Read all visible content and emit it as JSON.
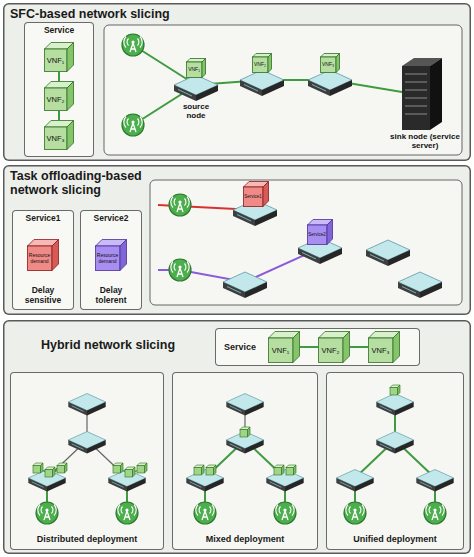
{
  "diagram": {
    "nodes": [
      {
        "text": [
          "SFC-based network slicing"
        ]
      },
      {
        "text": [
          "Service"
        ],
        "in": 0
      },
      {
        "text": [
          "VNF₁"
        ],
        "in": 1
      },
      {
        "text": [
          "VNF₂"
        ],
        "in": 1
      },
      {
        "text": [
          "VNF₃"
        ],
        "in": 1
      },
      {
        "text": [
          "VNF₁"
        ],
        "in": 0
      },
      {
        "text": [
          "VNF₂"
        ],
        "in": 0
      },
      {
        "text": [
          "VNF₃"
        ],
        "in": 0
      },
      {
        "text": [
          "Task offloading-based network slicing"
        ]
      },
      {
        "text": [
          "Service1",
          "Delay sensitive"
        ],
        "in": 8
      },
      {
        "text": [
          "Resource demand"
        ],
        "in": 9
      },
      {
        "text": [
          "Service2",
          "Delay tolerent"
        ],
        "in": 8
      },
      {
        "text": [
          "Resource demand"
        ],
        "in": 11
      },
      {
        "text": [
          "Service1"
        ],
        "in": 8
      },
      {
        "text": [
          "Service2"
        ],
        "in": 8
      },
      {
        "text": [
          "Hybrid network slicing"
        ]
      },
      {
        "text": [
          "Service"
        ],
        "in": 15
      },
      {
        "text": [
          "VNF₁"
        ],
        "in": 16
      },
      {
        "text": [
          "VNF₂"
        ],
        "in": 16
      },
      {
        "text": [
          "VNF₃"
        ],
        "in": 16
      },
      {
        "text": [
          "Distributed deployment"
        ],
        "in": 15
      },
      {
        "text": [
          "Mixed deployment"
        ],
        "in": 15
      },
      {
        "text": [
          "Unified deployment"
        ],
        "in": 15
      }
    ],
    "edges": [
      {
        "from": 2,
        "to": 3,
        "arrow": "none"
      },
      {
        "from": 3,
        "to": 4,
        "arrow": "none"
      },
      {
        "from": 17,
        "to": 18,
        "arrow": "none"
      },
      {
        "from": 18,
        "to": 19,
        "arrow": "none"
      }
    ],
    "labels": [
      "source node",
      "sink node (service server)"
    ]
  }
}
